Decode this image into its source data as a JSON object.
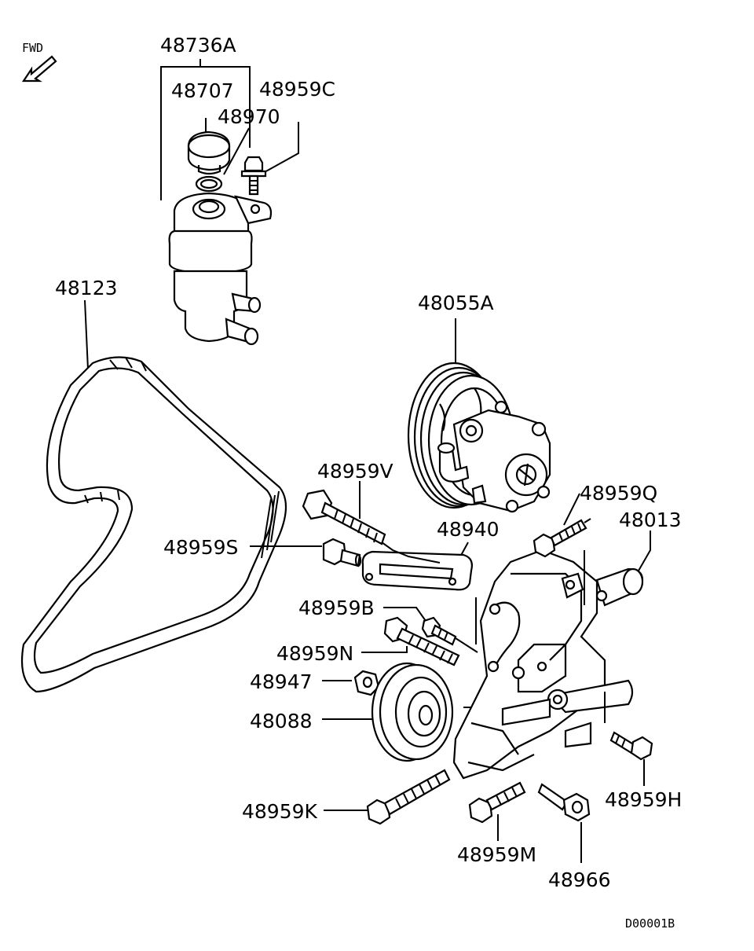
{
  "direction_label": "FWD",
  "diagram_code": "D00001B",
  "labels": {
    "p48736A": "48736A",
    "p48707": "48707",
    "p48970": "48970",
    "p48959C": "48959C",
    "p48123": "48123",
    "p48055A": "48055A",
    "p48959V": "48959V",
    "p48959Q": "48959Q",
    "p48013": "48013",
    "p48940": "48940",
    "p48959S": "48959S",
    "p48959B": "48959B",
    "p48959N": "48959N",
    "p48947": "48947",
    "p48088": "48088",
    "p48959K": "48959K",
    "p48959H": "48959H",
    "p48959M": "48959M",
    "p48966": "48966"
  }
}
